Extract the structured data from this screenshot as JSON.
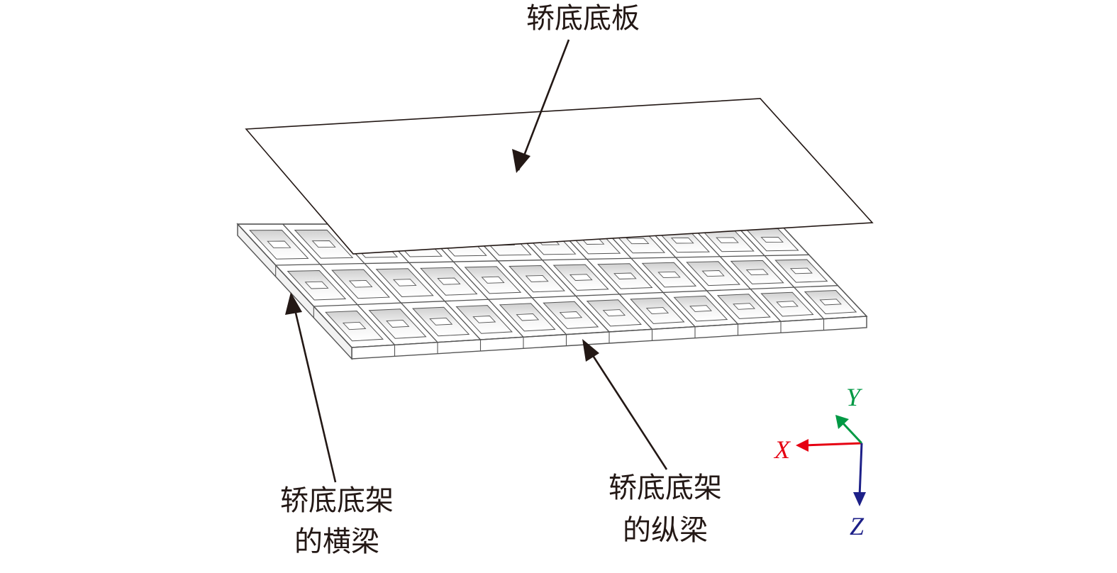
{
  "labels": {
    "floor_plate": "轿底底板",
    "cross_beam_line1": "轿底底架",
    "cross_beam_line2": "的横梁",
    "longitudinal_beam_line1": "轿底底架",
    "longitudinal_beam_line2": "的纵梁"
  },
  "axes": {
    "x": {
      "label": "X",
      "color": "#e60012"
    },
    "y": {
      "label": "Y",
      "color": "#009944"
    },
    "z": {
      "label": "Z",
      "color": "#1d2088"
    }
  },
  "colors": {
    "line": "#231815",
    "frame_stroke": "#555555",
    "cell_shade": "#d9d9d9"
  }
}
